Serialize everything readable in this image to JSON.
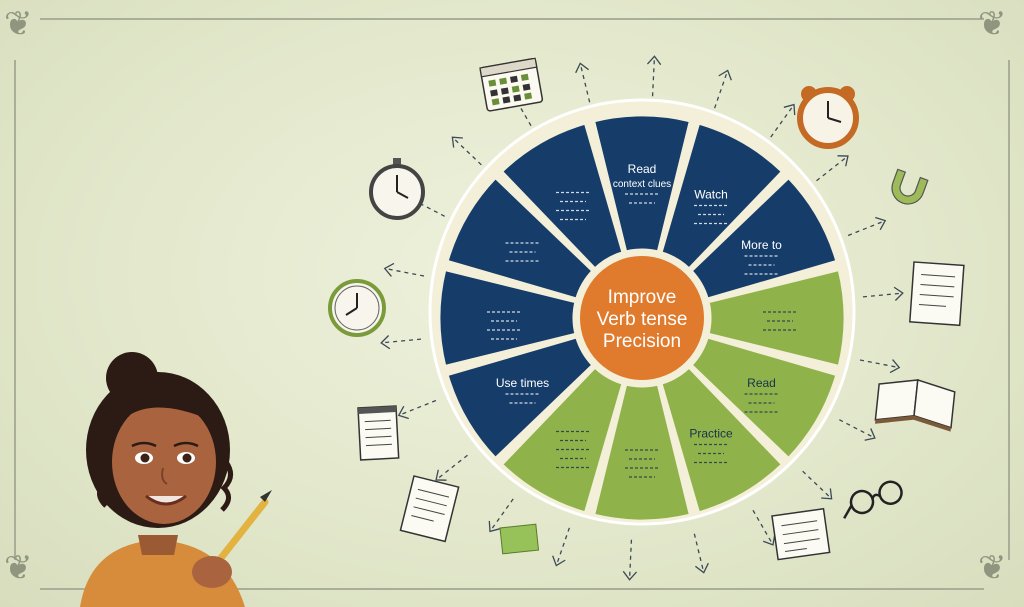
{
  "center": {
    "lines": [
      "Improve",
      "Verb tense",
      "Precision"
    ],
    "color": "#e07a2c"
  },
  "colors": {
    "navy": "#163d6a",
    "green": "#8fb34a",
    "ring": "#f3efd9",
    "background": "#e6ebd1"
  },
  "segments": [
    {
      "color": "navy",
      "lines": [
        "Read",
        "context clues"
      ]
    },
    {
      "color": "navy",
      "lines": [
        "Watch",
        "",
        "",
        ""
      ]
    },
    {
      "color": "navy",
      "lines": [
        "More to",
        "",
        "",
        ""
      ]
    },
    {
      "color": "green",
      "lines": [
        "",
        "",
        ""
      ]
    },
    {
      "color": "green",
      "lines": [
        "Read",
        "",
        "",
        ""
      ]
    },
    {
      "color": "green",
      "lines": [
        "Practice",
        "",
        "",
        ""
      ]
    },
    {
      "color": "green",
      "lines": [
        "",
        "",
        "",
        ""
      ]
    },
    {
      "color": "green",
      "lines": [
        "",
        "",
        "",
        "",
        ""
      ]
    },
    {
      "color": "navy",
      "lines": [
        "Use times",
        "",
        ""
      ]
    },
    {
      "color": "navy",
      "lines": [
        "",
        "",
        "",
        ""
      ]
    },
    {
      "color": "navy",
      "lines": [
        "",
        "",
        ""
      ]
    },
    {
      "color": "navy",
      "lines": [
        "",
        "",
        "",
        ""
      ]
    }
  ],
  "icons": [
    "calendar-icon",
    "stopwatch-icon",
    "alarm-clock-icon",
    "pocket-watch-icon",
    "magnet-icon",
    "note-paper-icon",
    "open-book-icon",
    "notepad-icon",
    "document-icon",
    "sticky-note-icon",
    "eyeglasses-icon",
    "clipboard-icon",
    "girl-with-pencil-illustration"
  ]
}
